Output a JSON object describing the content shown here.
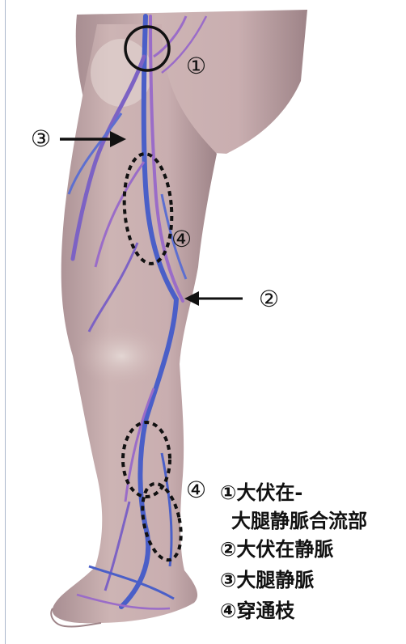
{
  "markers": {
    "m1": "①",
    "m2": "②",
    "m3": "③",
    "m4a": "④",
    "m4b": "④"
  },
  "legend": [
    "①大伏在-",
    "大腿静脈合流部",
    "②大伏在静脈",
    "③大腿静脈",
    "④穿通枝"
  ],
  "colors": {
    "skin": "#cdb4b4",
    "skin_shadow": "#a88e92",
    "vein_blue": "#4a5fc8",
    "vein_purple": "#9a6cc8",
    "annotation": "#111111"
  }
}
